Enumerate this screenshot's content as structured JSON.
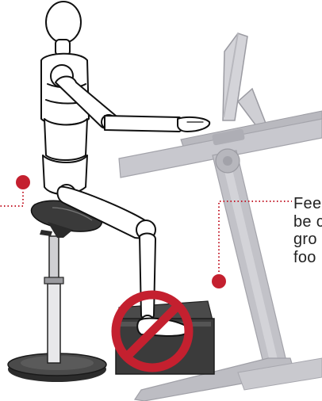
{
  "callout": {
    "lines": [
      "Fee",
      "be c",
      "gro",
      "foo"
    ]
  },
  "colors": {
    "accent_red": "#c4202f",
    "desk_gray": "#c2c2c8",
    "desk_gray_dark": "#a9a9b0",
    "stool_dark": "#3a3a3a",
    "figure_line": "#111111",
    "figure_fill": "#ffffff"
  },
  "icons": {
    "prohibition": "prohibition-sign-icon"
  }
}
